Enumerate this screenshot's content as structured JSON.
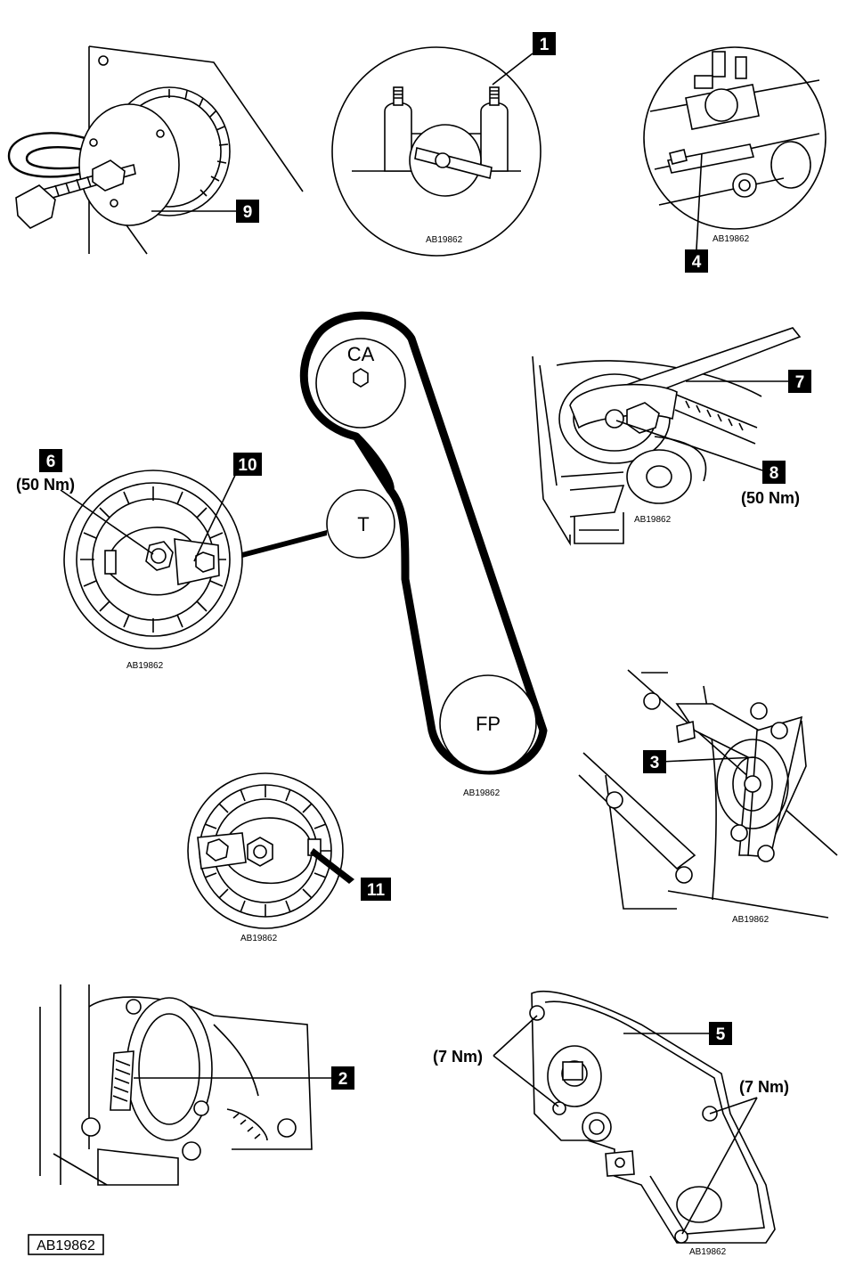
{
  "figure_code": "AB19862",
  "panel_refs": {
    "panel1": "AB19862",
    "panel4": "AB19862",
    "panel8": "AB19862",
    "panel10": "AB19862",
    "belt": "AB19862",
    "panel3": "AB19862",
    "panel11": "AB19862",
    "panel5": "AB19862"
  },
  "callouts": {
    "c1": "1",
    "c2": "2",
    "c3": "3",
    "c4": "4",
    "c5": "5",
    "c6": "6",
    "c7": "7",
    "c8": "8",
    "c9": "9",
    "c10": "10",
    "c11": "11"
  },
  "torques": {
    "tensioner_nut": "(50 Nm)",
    "pulley_bolt": "(50 Nm)",
    "cover_left": "(7 Nm)",
    "cover_right": "(7 Nm)"
  },
  "pulleys": {
    "camshaft": "CA",
    "tensioner": "T",
    "fuel_pump": "FP"
  },
  "colors": {
    "ink": "#000000",
    "paper": "#ffffff"
  }
}
